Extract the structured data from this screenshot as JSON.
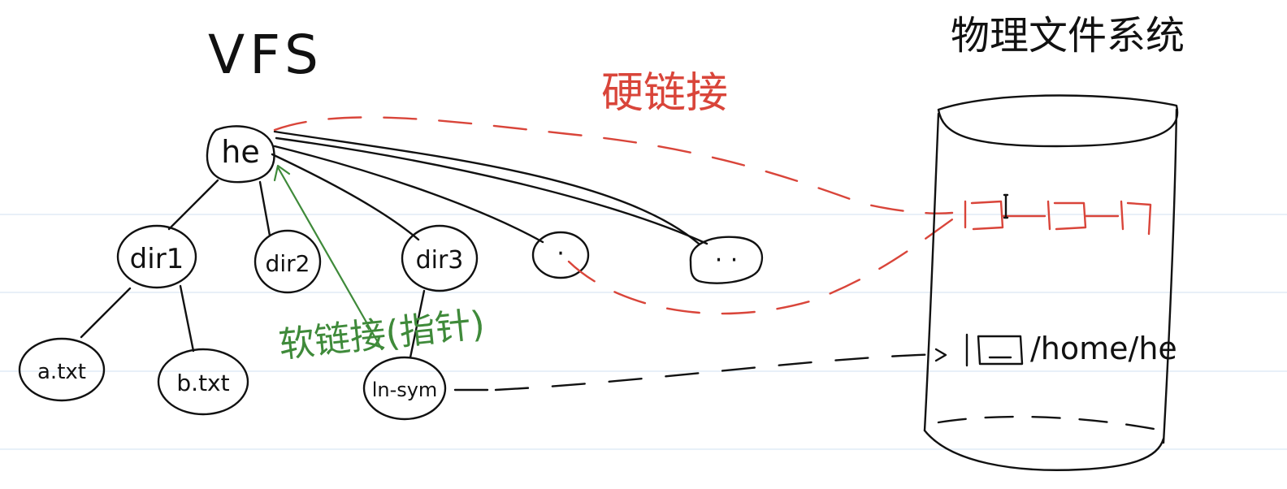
{
  "vfs": {
    "title": "VFS"
  },
  "fs_title": "物理文件系统",
  "hard_link_label": "硬链接",
  "soft_link_label": "软链接(指针)",
  "nodes": {
    "he": "he",
    "dir1": "dir1",
    "dir2": "dir2",
    "dir3": "dir3",
    "dot": "·",
    "dotdot": "· ·",
    "a_txt": "a.txt",
    "b_txt": "b.txt",
    "lnsym": "ln-sym"
  },
  "path_label": "/home/he",
  "colors": {
    "ink": "#111111",
    "hard_link": "#d9453a",
    "soft_link": "#3f8a3a",
    "rule": "#dbe8f3"
  }
}
